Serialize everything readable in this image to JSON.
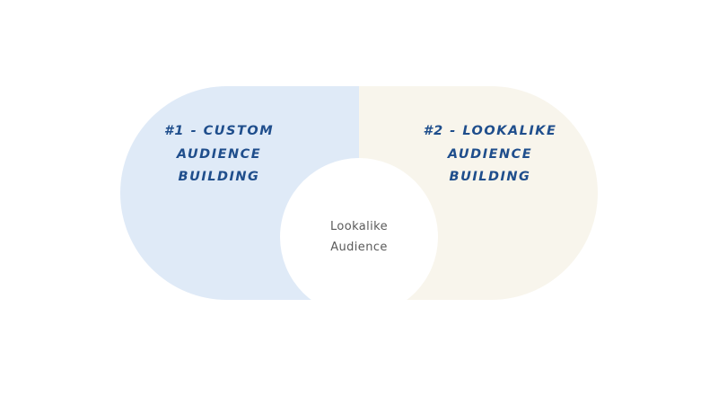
{
  "colors": {
    "left_panel": "#dfeaf7",
    "right_panel": "#f8f5ec",
    "title_text": "#1f4e8c",
    "center_text": "#5a5a5a",
    "background": "#ffffff"
  },
  "left": {
    "lines": [
      "#1 - CUSTOM",
      "AUDIENCE",
      "BUILDING"
    ]
  },
  "right": {
    "lines": [
      "#2 - LOOKALIKE",
      "AUDIENCE",
      "BUILDING"
    ]
  },
  "center": {
    "lines": [
      "Lookalike",
      "Audience"
    ]
  }
}
